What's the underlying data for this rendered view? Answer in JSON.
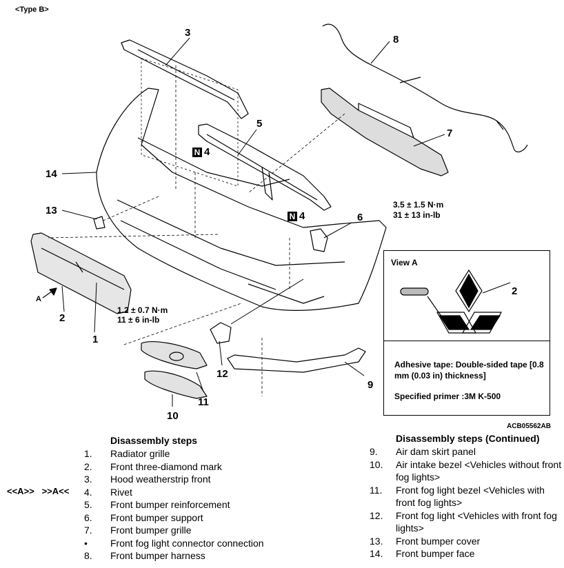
{
  "header": {
    "type_label": "<Type B>"
  },
  "figure_code": "ACB05562AB",
  "callouts": [
    "1",
    "2",
    "3",
    "4",
    "4",
    "5",
    "6",
    "7",
    "8",
    "9",
    "10",
    "11",
    "12",
    "13",
    "14"
  ],
  "arrow_label": "A",
  "n_badge": "N",
  "torques": {
    "t1_nm": "1.2 ± 0.7 N·m",
    "t1_inlb": "11 ± 6 in-lb",
    "t2_nm": "3.5 ± 1.5 N·m",
    "t2_inlb": "31 ± 13 in-lb"
  },
  "view_a": {
    "title": "View A",
    "callout": "2",
    "adhesive": "Adhesive tape: Double-sided tape [0.8 mm (0.03 in) thickness]",
    "primer": "Specified primer :3M K-500"
  },
  "steps_left": {
    "title": "Disassembly steps",
    "items": [
      {
        "num": "1.",
        "text": "Radiator grille"
      },
      {
        "num": "2.",
        "text": "Front three-diamond mark"
      },
      {
        "num": "3.",
        "text": "Hood weatherstrip front"
      },
      {
        "num": "4.",
        "text": "Rivet"
      },
      {
        "num": "5.",
        "text": "Front bumper reinforcement"
      },
      {
        "num": "6.",
        "text": "Front bumper support"
      },
      {
        "num": "7.",
        "text": "Front bumper grille"
      },
      {
        "num": "•",
        "text": "Front fog light connector connection"
      },
      {
        "num": "8.",
        "text": "Front bumper harness"
      }
    ],
    "service_codes": "<<A>>   >>A<<"
  },
  "steps_right": {
    "title": "Disassembly steps (Continued)",
    "items": [
      {
        "num": "9.",
        "text": "Air dam skirt panel"
      },
      {
        "num": "10.",
        "text": "Air intake bezel <Vehicles without front fog lights>"
      },
      {
        "num": "11.",
        "text": "Front fog light bezel <Vehicles with front fog lights>"
      },
      {
        "num": "12.",
        "text": "Front fog light <Vehicles with front fog lights>"
      },
      {
        "num": "13.",
        "text": "Front bumper cover"
      },
      {
        "num": "14.",
        "text": "Front bumper face"
      }
    ]
  }
}
